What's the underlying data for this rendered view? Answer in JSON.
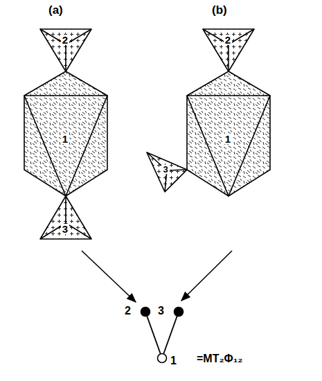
{
  "diagram": {
    "nodes": [
      {
        "text": [
          "2"
        ]
      },
      {
        "text": [
          "3"
        ]
      },
      {
        "text": [
          "1"
        ]
      }
    ],
    "edges": [
      {
        "from": 2,
        "to": 0,
        "arrow": "none"
      },
      {
        "from": 2,
        "to": 1,
        "arrow": "none"
      }
    ],
    "labels": [
      "(a)",
      "(b)",
      "2",
      "1",
      "3",
      "2",
      "1",
      "3",
      "=MT₂Φ₁₂"
    ]
  }
}
